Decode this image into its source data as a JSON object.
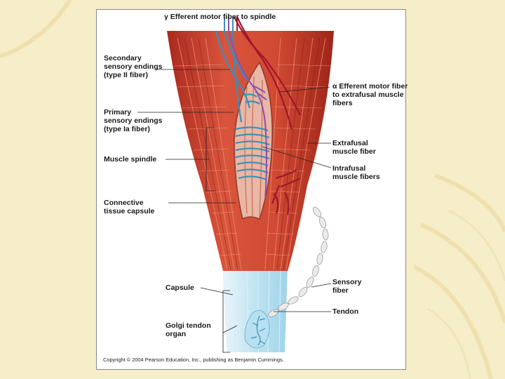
{
  "labels": {
    "gamma_efferent": "γ Efferent motor fiber to spindle",
    "secondary": [
      "Secondary",
      "sensory endings",
      "(type II fiber)"
    ],
    "primary": [
      "Primary",
      "sensory endings",
      "(type Ia fiber)"
    ],
    "muscle_spindle": "Muscle spindle",
    "connective": [
      "Connective",
      "tissue capsule"
    ],
    "capsule": "Capsule",
    "golgi": [
      "Golgi tendon",
      "organ"
    ],
    "alpha_efferent": [
      "α Efferent motor fiber",
      "to extrafusal muscle",
      "fibers"
    ],
    "extrafusal": [
      "Extrafusal",
      "muscle fiber"
    ],
    "intrafusal": [
      "Intrafusal",
      "muscle fibers"
    ],
    "sensory_fiber": [
      "Sensory",
      "fiber"
    ],
    "tendon": "Tendon"
  },
  "copyright": "Copyright © 2004 Pearson Education, Inc., publishing as Benjamin Cummings.",
  "colors": {
    "background": "#f6edc9",
    "muscle": "#c93a2a",
    "tendon": "#c7e6f2",
    "sensory": "#3a8fb7",
    "motor": "#a0162a",
    "gamma": "#8a4fb0"
  }
}
